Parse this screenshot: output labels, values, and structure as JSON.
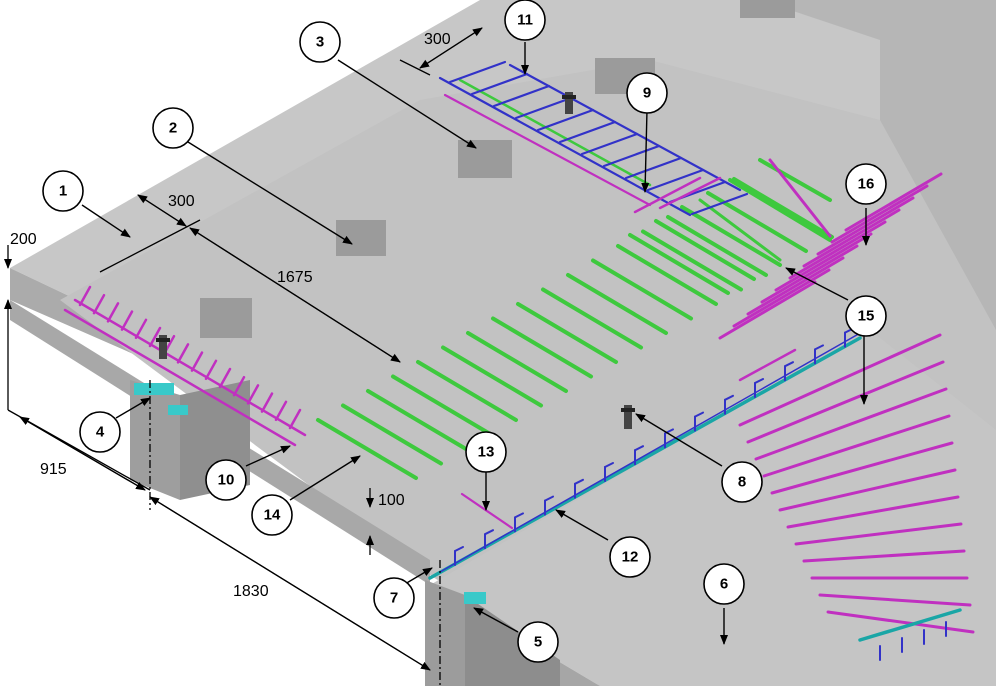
{
  "callouts": [
    {
      "id": "1",
      "label": "1"
    },
    {
      "id": "2",
      "label": "2"
    },
    {
      "id": "3",
      "label": "3"
    },
    {
      "id": "4",
      "label": "4"
    },
    {
      "id": "5",
      "label": "5"
    },
    {
      "id": "6",
      "label": "6"
    },
    {
      "id": "7",
      "label": "7"
    },
    {
      "id": "8",
      "label": "8"
    },
    {
      "id": "9",
      "label": "9"
    },
    {
      "id": "10",
      "label": "10"
    },
    {
      "id": "11",
      "label": "11"
    },
    {
      "id": "12",
      "label": "12"
    },
    {
      "id": "13",
      "label": "13"
    },
    {
      "id": "14",
      "label": "14"
    },
    {
      "id": "15",
      "label": "15"
    },
    {
      "id": "16",
      "label": "16"
    }
  ],
  "dimensions": {
    "d200": "200",
    "d300_left": "300",
    "d300_top": "300",
    "d1675": "1675",
    "d915": "915",
    "d1830": "1830",
    "d100": "100"
  },
  "colors": {
    "slab_top": "#c4c4c4",
    "slab_side": "#a9a9a9",
    "wall": "#b3b3b3",
    "pier": "#9d9d9d",
    "rebar_magenta": "#c030c0",
    "rebar_green": "#3ec93e",
    "rebar_blue": "#3232c8",
    "rebar_cyan": "#1aa6a6",
    "bearing": "#39c9c9"
  }
}
